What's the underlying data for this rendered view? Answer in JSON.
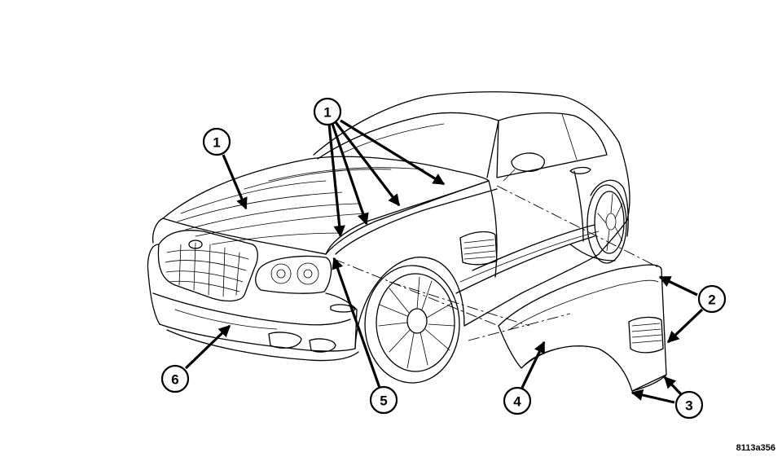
{
  "callouts": [
    {
      "id": "callout-1-hood",
      "label": "1"
    },
    {
      "id": "callout-1-fender-group",
      "label": "1"
    },
    {
      "id": "callout-2",
      "label": "2"
    },
    {
      "id": "callout-3",
      "label": "3"
    },
    {
      "id": "callout-4",
      "label": "4"
    },
    {
      "id": "callout-5",
      "label": "5"
    },
    {
      "id": "callout-6",
      "label": "6"
    }
  ],
  "figure_id": "8113a356"
}
